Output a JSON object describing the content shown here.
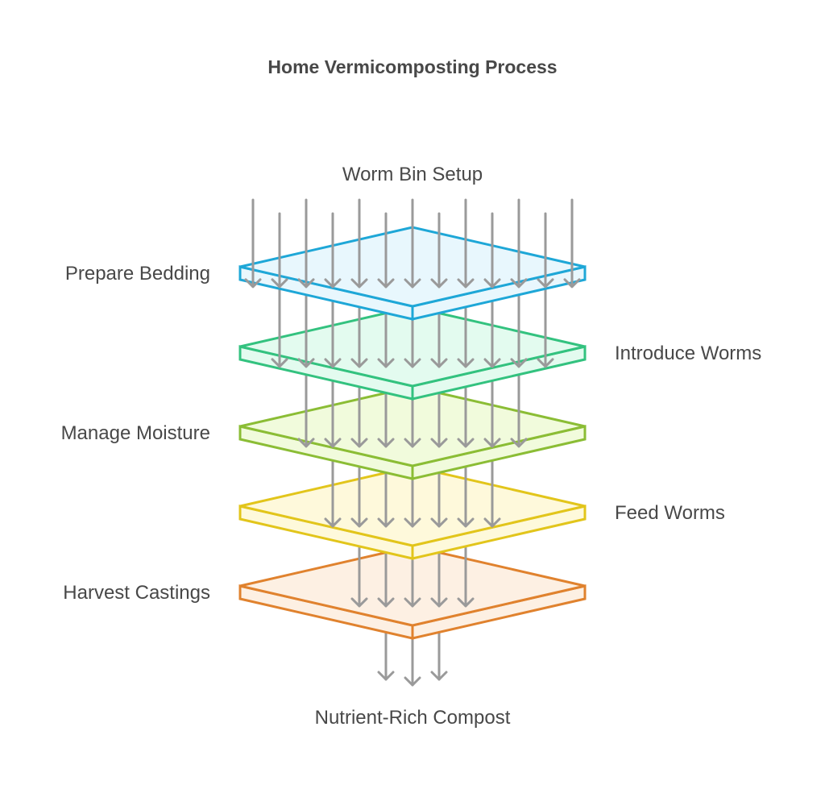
{
  "title": "Home Vermicomposting Process",
  "input_label": "Worm Bin Setup",
  "output_label": "Nutrient-Rich Compost",
  "layers": [
    {
      "label": "Prepare Bedding",
      "side": "left",
      "stroke": "#1ea7d7",
      "fill": "#e8f7fd"
    },
    {
      "label": "Introduce Worms",
      "side": "right",
      "stroke": "#33c27f",
      "fill": "#e3fbef"
    },
    {
      "label": "Manage Moisture",
      "side": "left",
      "stroke": "#8bbd35",
      "fill": "#f1fbdc"
    },
    {
      "label": "Feed Worms",
      "side": "right",
      "stroke": "#e2c51b",
      "fill": "#fef9db"
    },
    {
      "label": "Harvest Castings",
      "side": "left",
      "stroke": "#e0822e",
      "fill": "#fdf0e3"
    }
  ],
  "arrow_color": "#9a9a9a",
  "text_color": "#484848",
  "flow_arrow_counts": [
    13,
    11,
    9,
    7,
    5,
    3
  ]
}
